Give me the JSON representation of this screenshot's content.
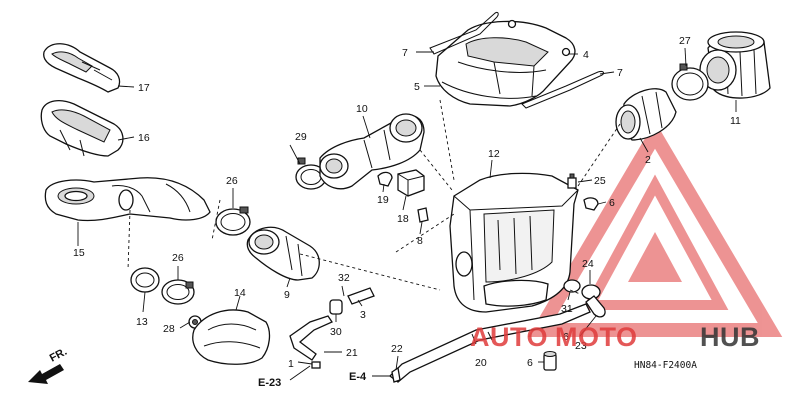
{
  "diagram": {
    "drawing_code": "HN84-F2400A",
    "direction": "FR.",
    "callouts": {
      "p1": "1",
      "p2": "2",
      "p3": "3",
      "p4": "4",
      "p5": "5",
      "p6a": "6",
      "p6b": "6",
      "p6c": "6",
      "p7a": "7",
      "p7b": "7",
      "p8": "8",
      "p9": "9",
      "p10": "10",
      "p11": "11",
      "p12": "12",
      "p13": "13",
      "p14": "14",
      "p15": "15",
      "p16": "16",
      "p17": "17",
      "p18": "18",
      "p19": "19",
      "p20": "20",
      "p21": "21",
      "p22": "22",
      "p23": "23",
      "p24": "24",
      "p25": "25",
      "p26a": "26",
      "p26b": "26",
      "p27": "27",
      "p28": "28",
      "p29": "29",
      "p30": "30",
      "p31": "31",
      "p32": "32"
    },
    "refs": {
      "e23": "E-23",
      "e4": "E-4"
    }
  },
  "watermark": {
    "brand_left": "AUTO",
    "brand_mid": "MOTO",
    "brand_right": "HUB",
    "color_red": "#e03c3c",
    "color_dark": "#333333"
  }
}
